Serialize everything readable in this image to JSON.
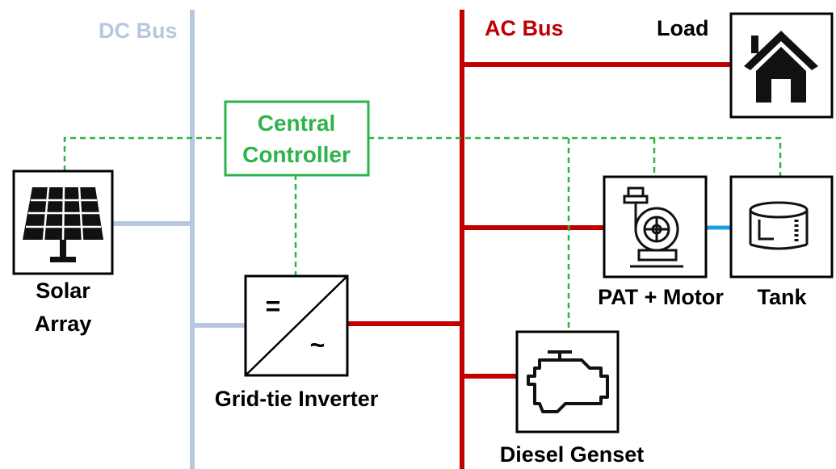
{
  "buses": {
    "dc": {
      "label": "DC Bus",
      "color": "#b8c6e0"
    },
    "ac": {
      "label": "AC Bus",
      "color": "#c00000"
    }
  },
  "controller": {
    "line1": "Central",
    "line2": "Controller",
    "color": "#2db34a"
  },
  "components": {
    "solar": {
      "line1": "Solar",
      "line2": "Array",
      "icon": "solar-panel-icon"
    },
    "inverter": {
      "label": "Grid-tie Inverter",
      "dc_symbol": "=",
      "ac_symbol": "~"
    },
    "load": {
      "label": "Load",
      "icon": "house-icon"
    },
    "pat": {
      "label": "PAT + Motor",
      "icon": "pump-icon"
    },
    "tank": {
      "label": "Tank",
      "icon": "tank-icon"
    },
    "genset": {
      "label": "Diesel Genset",
      "icon": "engine-icon"
    }
  },
  "colors": {
    "ac_line": "#c00000",
    "water_line": "#19a0e0",
    "text": "#000000"
  }
}
